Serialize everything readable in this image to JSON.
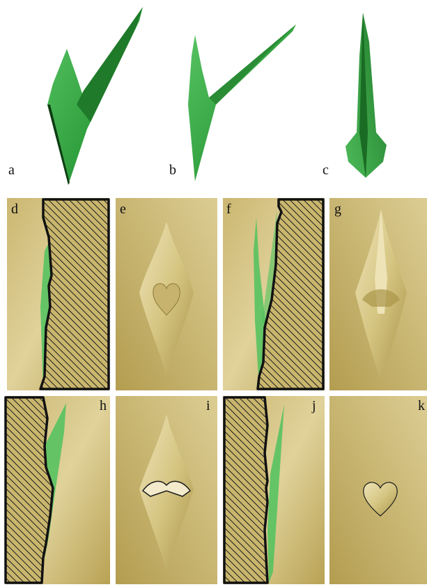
{
  "figure": {
    "panel_labels": [
      "a",
      "b",
      "c",
      "d",
      "e",
      "f",
      "g",
      "h",
      "i",
      "j",
      "k"
    ]
  },
  "colors": {
    "green_dark": "#1f7a2a",
    "green_mid": "#2f9e3c",
    "green_light": "#6fd07a",
    "tan_light": "#d9c98a",
    "tan_dark": "#a99549",
    "hatch": "#1a1a1a"
  }
}
